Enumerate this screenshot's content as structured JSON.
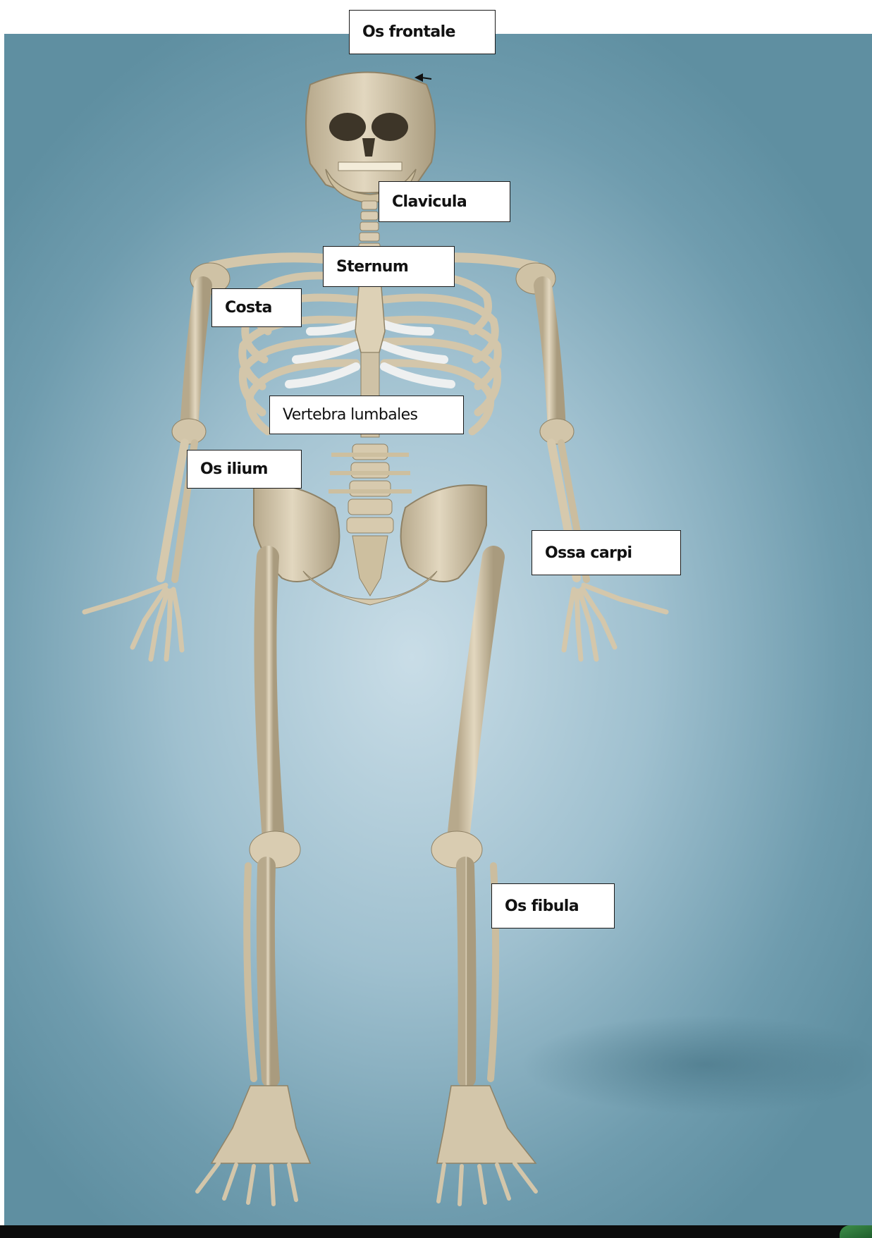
{
  "colors": {
    "background_light": "#c9dde7",
    "background_dark": "#5f8fa1",
    "bone": "#d8cbb0",
    "bone_shadow": "#a89a7c",
    "cartilage": "#eef0f0",
    "label_border": "#1a1a1a"
  },
  "labels": [
    {
      "id": "os-frontale",
      "text": "Os frontale"
    },
    {
      "id": "clavicula",
      "text": "Clavicula"
    },
    {
      "id": "sternum",
      "text": "Sternum"
    },
    {
      "id": "costa",
      "text": "Costa"
    },
    {
      "id": "vertebra-lumbales",
      "text": "Vertebra lumbales"
    },
    {
      "id": "os-ilium",
      "text": "Os ilium"
    },
    {
      "id": "ossa-carpi",
      "text": "Ossa carpi"
    },
    {
      "id": "os-fibula",
      "text": "Os fibula"
    }
  ],
  "icons": {
    "pointer": "arrow-left-icon",
    "corner_logo": "logo-icon"
  }
}
